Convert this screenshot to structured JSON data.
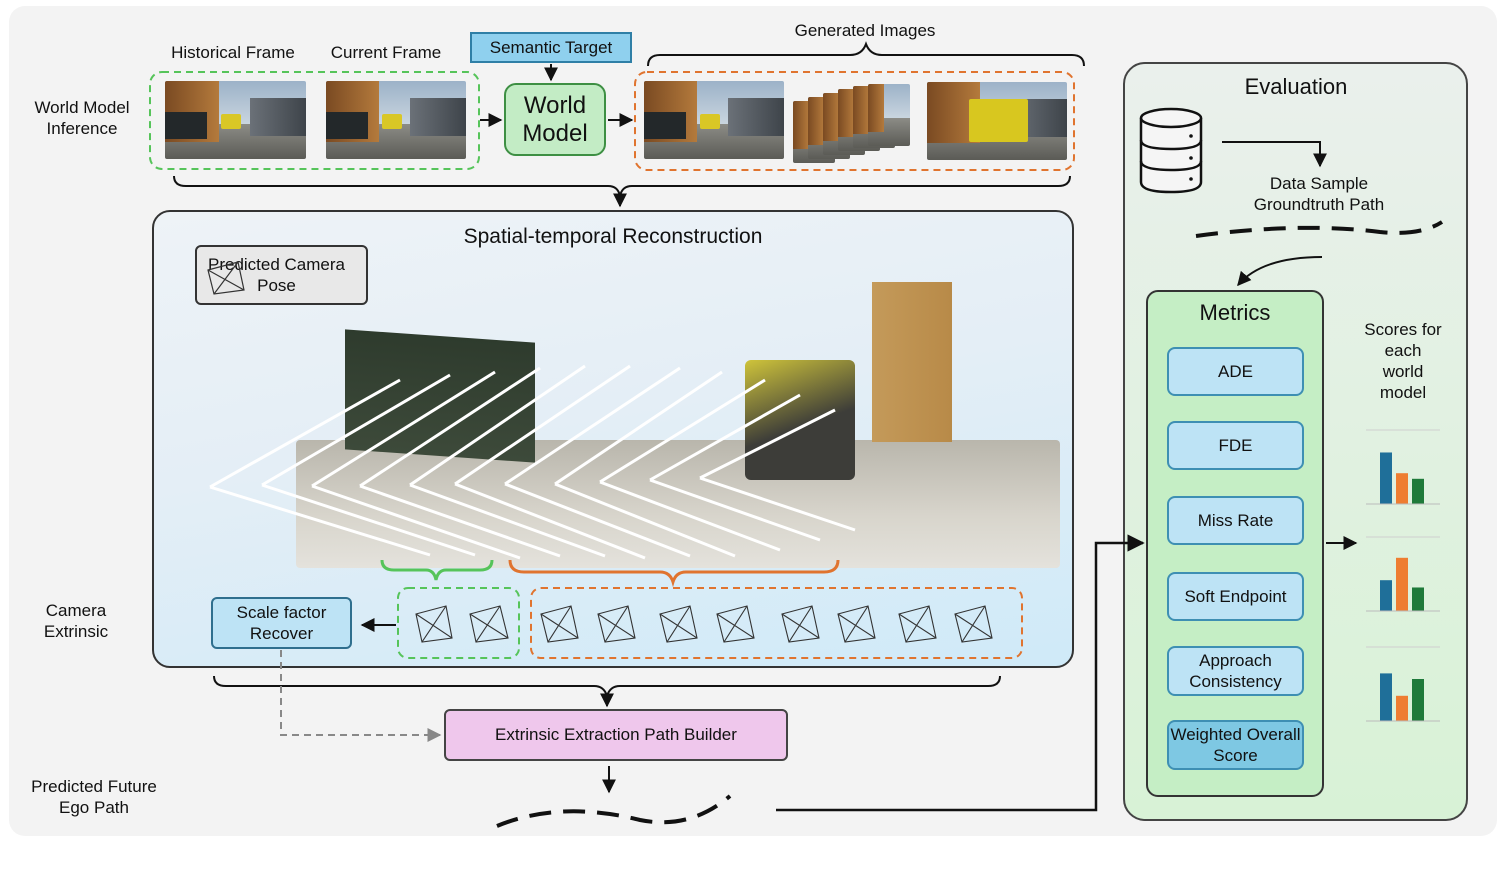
{
  "top": {
    "historical_frame": "Historical Frame",
    "current_frame": "Current Frame",
    "semantic_target": "Semantic Target",
    "generated_images": "Generated Images",
    "world_model_inference": "World Model Inference",
    "world_model": "World Model"
  },
  "reconstruction": {
    "title": "Spatial-temporal Reconstruction",
    "predicted_camera_pose": "Predicted Camera Pose",
    "camera_extrinsic": "Camera Extrinsic",
    "scale_factor_recover": "Scale factor Recover",
    "path_builder": "Extrinsic Extraction Path Builder",
    "predicted_future_ego_path": "Predicted Future Ego Path"
  },
  "evaluation": {
    "title": "Evaluation",
    "data_sample": "Data Sample Groundtruth Path",
    "metrics_title": "Metrics",
    "metrics": [
      "ADE",
      "FDE",
      "Miss Rate",
      "Soft Endpoint",
      "Approach Consistency",
      "Weighted Overall Score"
    ],
    "scores_label": "Scores for each world model",
    "score_charts": [
      {
        "values": [
          0.92,
          0.55,
          0.45
        ]
      },
      {
        "values": [
          0.55,
          0.95,
          0.42
        ]
      },
      {
        "values": [
          0.85,
          0.45,
          0.75
        ]
      }
    ]
  },
  "colors": {
    "green_dash": "#56c45a",
    "orange_dash": "#e0742f",
    "world_model_fill": "#c3ecc5",
    "semantic_fill": "#8fd0ee",
    "scale_fill": "#bde3f5",
    "builder_fill": "#efc7ec",
    "metrics_fill": "#c5eec5",
    "bar_blue": "#1f6f99",
    "bar_orange": "#ee7d31",
    "bar_green": "#1f7a3a"
  }
}
